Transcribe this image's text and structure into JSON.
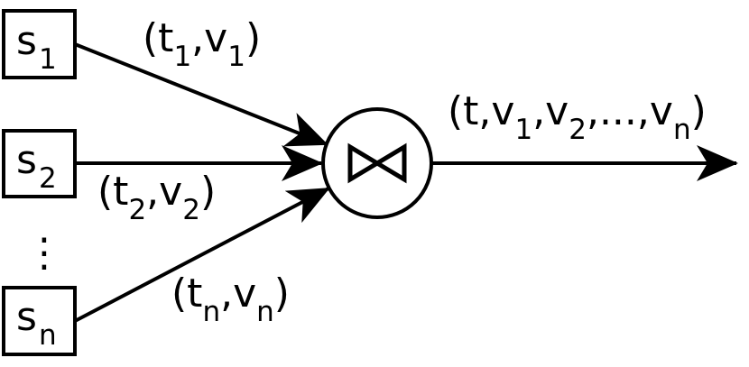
{
  "sources": [
    {
      "name": "s",
      "index": "1"
    },
    {
      "name": "s",
      "index": "2"
    },
    {
      "name": "s",
      "index": "n"
    }
  ],
  "ellipsis": "⋮",
  "inputs": [
    {
      "t": "t",
      "t_index": "1",
      "v": "v",
      "v_index": "1"
    },
    {
      "t": "t",
      "t_index": "2",
      "v": "v",
      "v_index": "2"
    },
    {
      "t": "t",
      "t_index": "n",
      "v": "v",
      "v_index": "n"
    }
  ],
  "join": {
    "symbol": "⋈"
  },
  "output": {
    "open": "(t,v",
    "i1": "1",
    "mid1": ",v",
    "i2": "2",
    "mid2": ",...,v",
    "i3": "n",
    "close": ")"
  }
}
